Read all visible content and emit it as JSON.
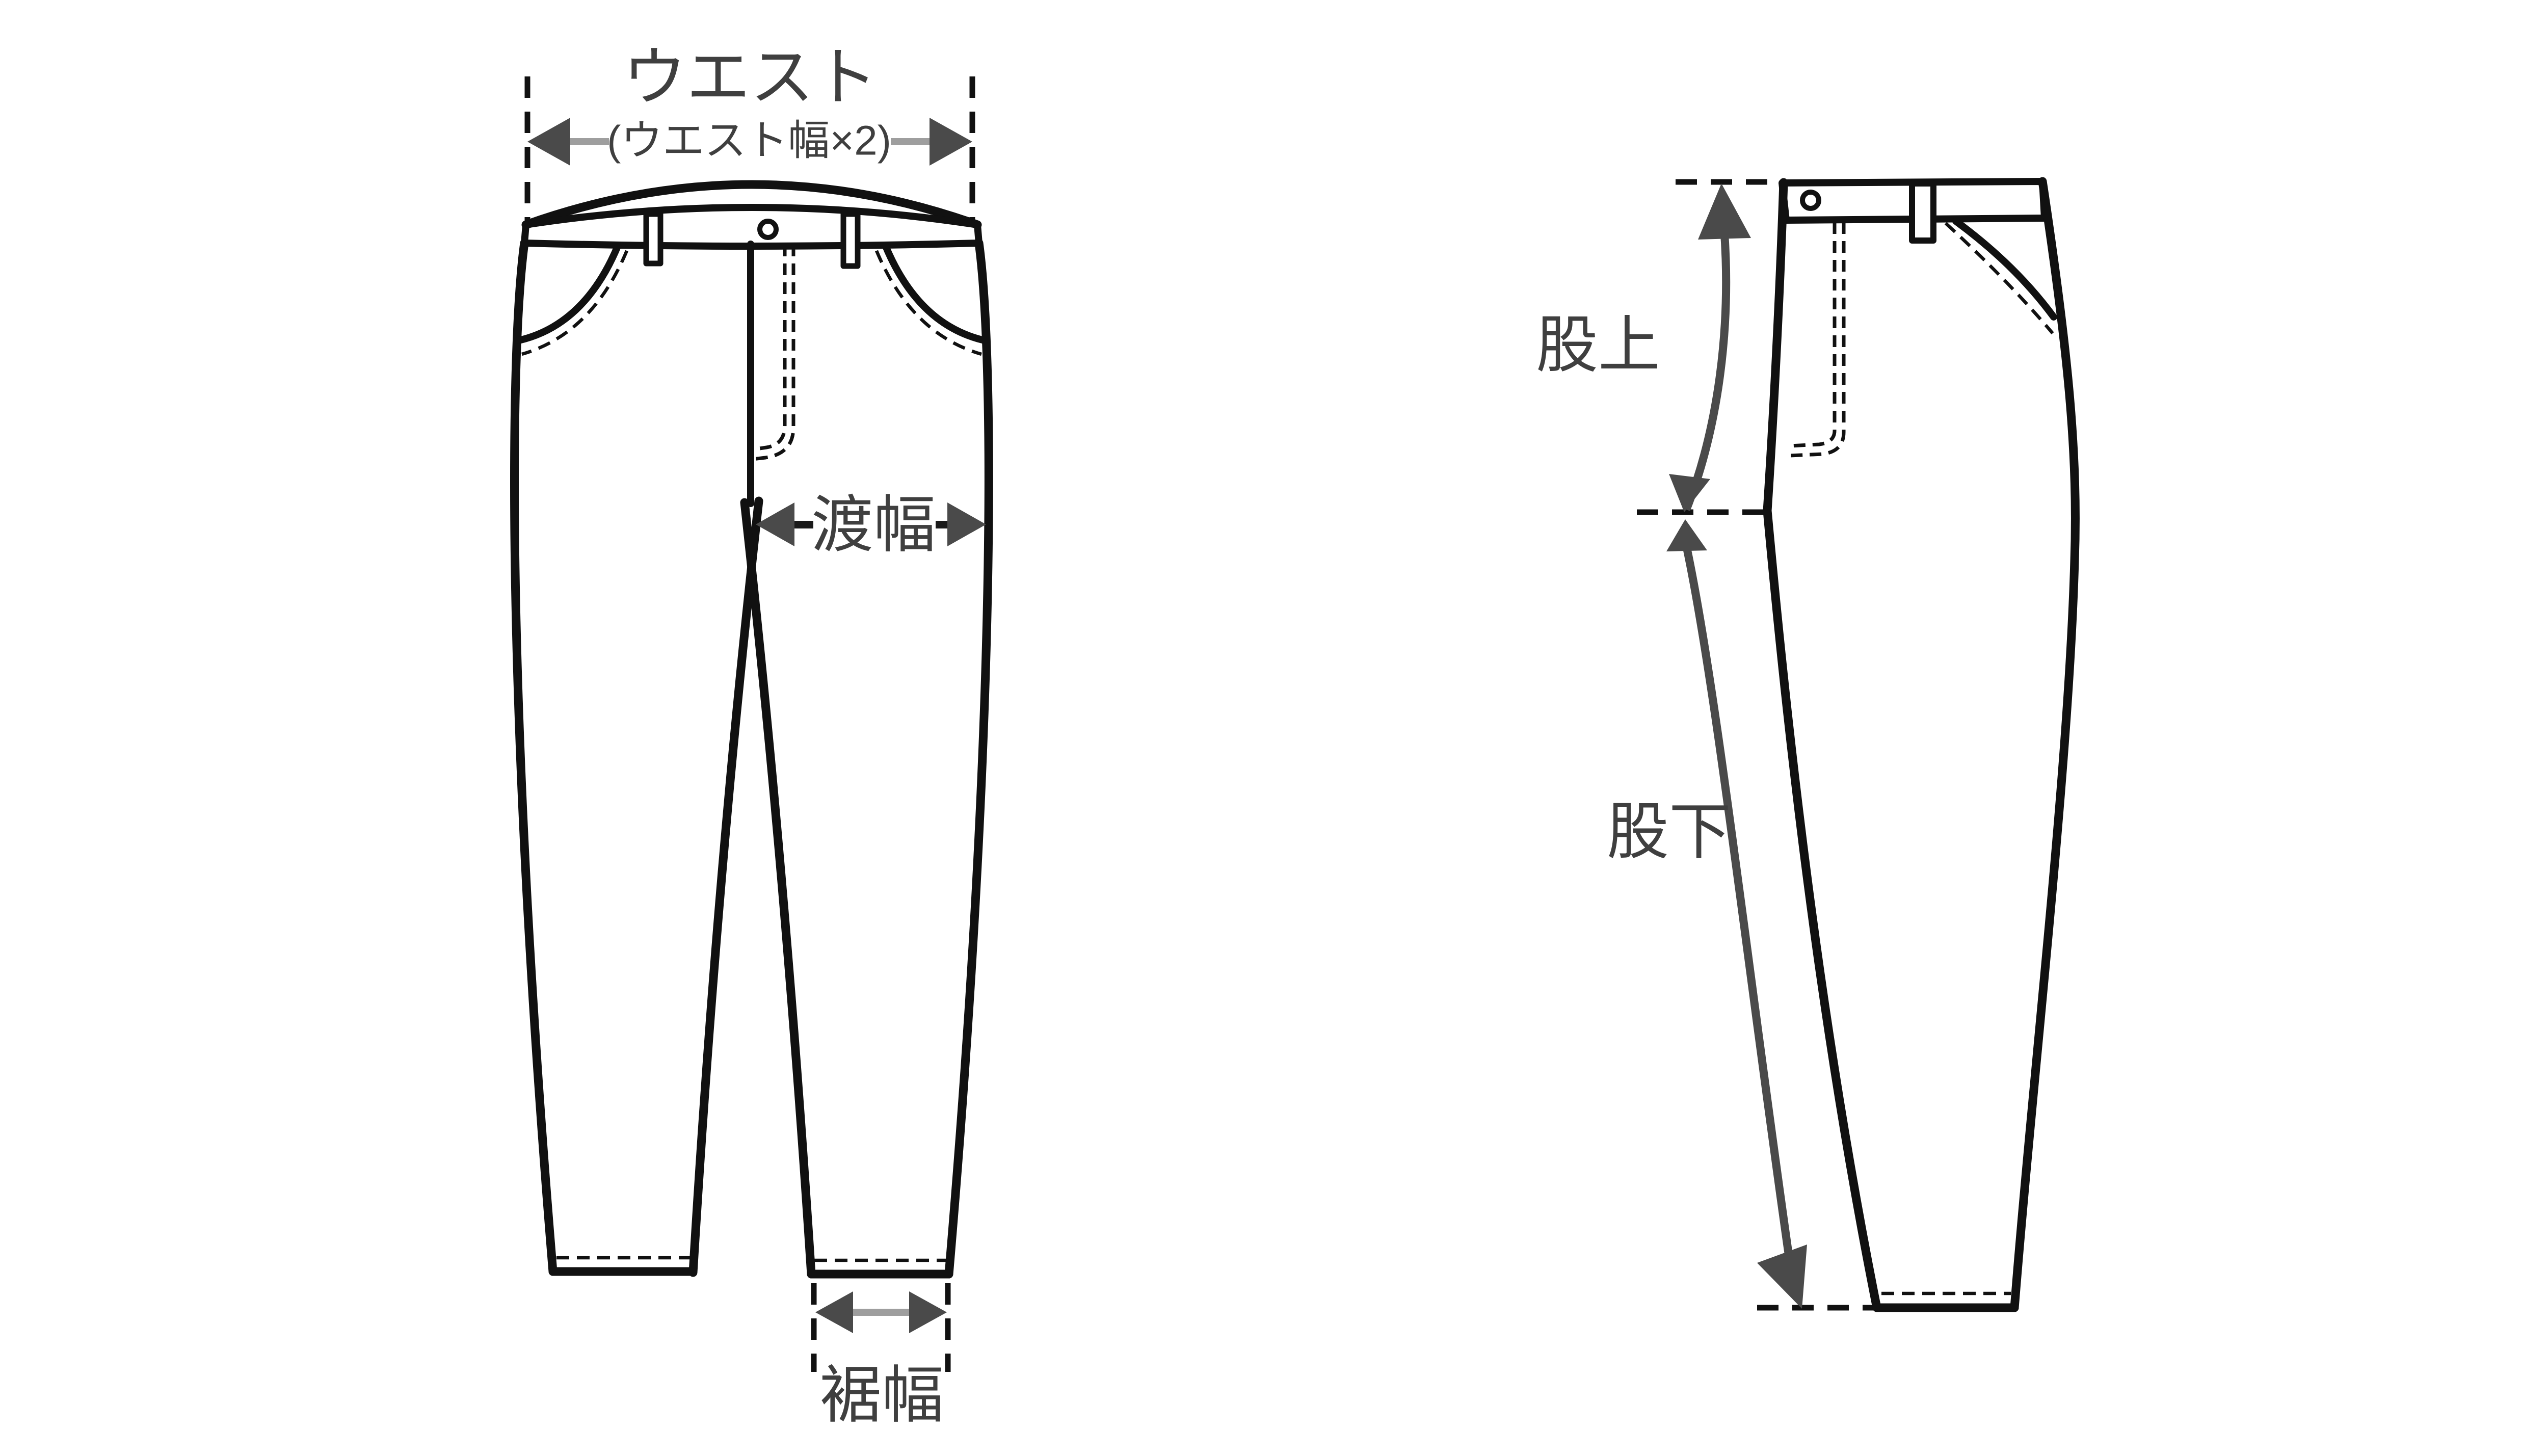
{
  "page": {
    "background": "#ffffff"
  },
  "colors": {
    "ink": "#111111",
    "label_text": "#3f3f3f",
    "arrow": "#4a4a4a",
    "connector_gray": "#9e9e9e"
  },
  "front_view": {
    "description": "pants-front-view",
    "labels": {
      "waist_title": "ウエスト",
      "waist_subtitle": "(ウエスト幅×2)",
      "thigh_width": "渡幅",
      "hem_width": "裾幅"
    }
  },
  "side_view": {
    "description": "pants-side-view",
    "labels": {
      "rise": "股上",
      "inseam": "股下"
    }
  }
}
